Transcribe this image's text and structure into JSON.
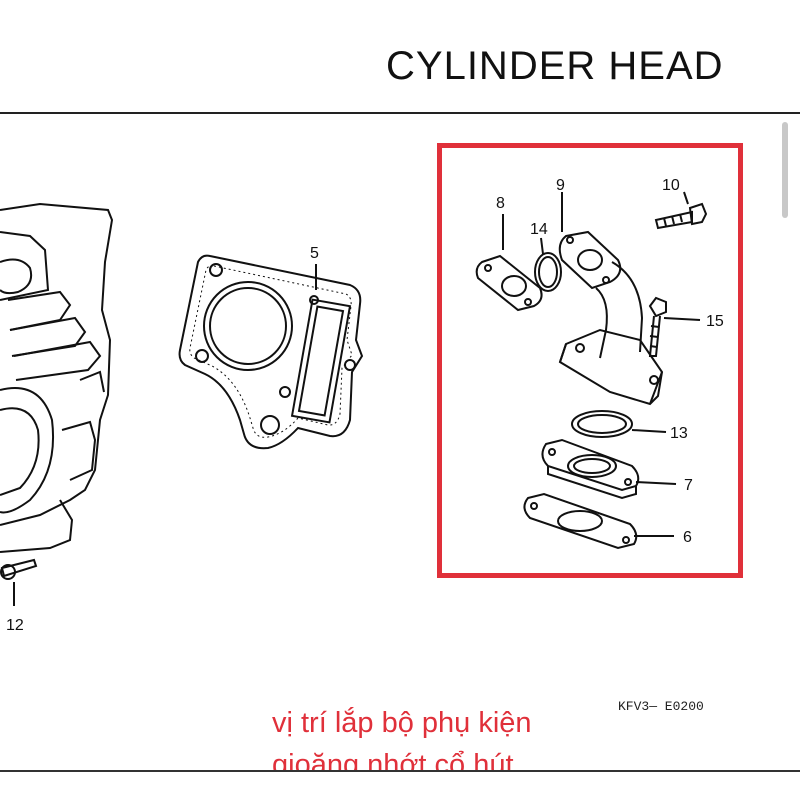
{
  "header": {
    "title": "CYLINDER  HEAD"
  },
  "labels": {
    "p5": "5",
    "p6": "6",
    "p7": "7",
    "p8": "8",
    "p9": "9",
    "p10": "10",
    "p12": "12",
    "p13": "13",
    "p14": "14",
    "p15": "15"
  },
  "footer": {
    "code": "KFV3— E0200",
    "caption_line1": "vị trí lắp bộ phụ kiện",
    "caption_line2": "gioăng nhớt cổ hút"
  },
  "colors": {
    "highlight": "#e0303a",
    "caption": "#e0303a",
    "ink": "#111111"
  }
}
